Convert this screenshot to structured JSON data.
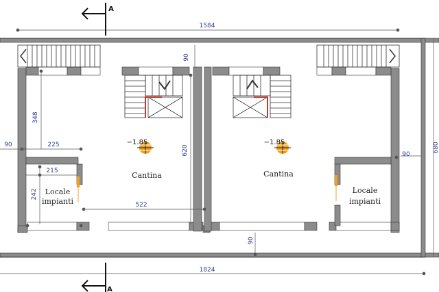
{
  "plan": {
    "dimensions": {
      "overall_top": "1584",
      "overall_bottom": "1824",
      "height_right": "680",
      "wall_left": "90",
      "wall_right": "90",
      "wall_top": "90",
      "wall_bottom": "90",
      "room_depth_left": "348",
      "locale_width_top": "225",
      "locale_width_inner": "215",
      "locale_height": "242",
      "cantina_width": "522",
      "cantina_height": "620"
    },
    "rooms": {
      "cantina_left": "Cantina",
      "cantina_right": "Cantina",
      "locale_left_line1": "Locale",
      "locale_left_line2": "impianti",
      "locale_right_line1": "Locale",
      "locale_right_line2": "impianti"
    },
    "elevations": {
      "left": "−1.85",
      "right": "−1.85"
    },
    "section_marker": "A",
    "colors": {
      "wall_fill": "#8c8c8c",
      "wall_stroke": "#333333",
      "dimension_text": "#2b3e8c",
      "stair_red": "#c0392b",
      "elevation_marker": "#f0a020"
    }
  }
}
